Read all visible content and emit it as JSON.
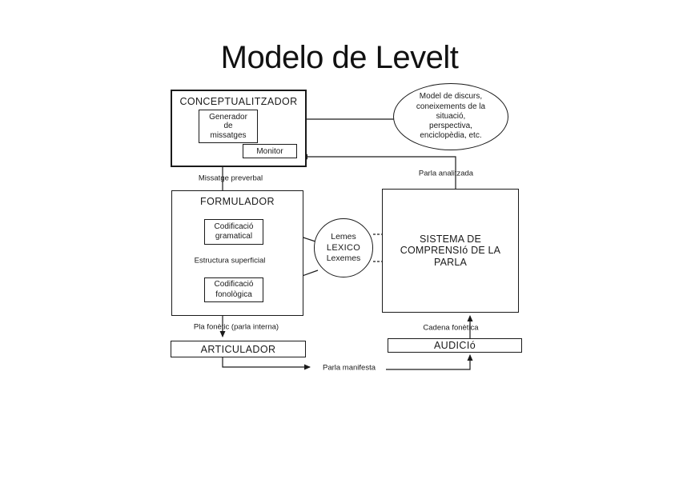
{
  "title": "Modelo de Levelt",
  "colors": {
    "line": "#1a1a1a",
    "background": "#ffffff"
  },
  "boxes": {
    "conceptualitzador": "CONCEPTUALITZADOR",
    "generador": "Generador\nde\nmissatges",
    "monitor": "Monitor",
    "formulador": "FORMULADOR",
    "codificacio_gramatical": "Codificació\ngramatical",
    "codificacio_fonologica": "Codificació\nfonològica",
    "sistema_comprensio": "SISTEMA DE\nCOMPRENSIó DE LA\nPARLA",
    "articulador": "ARTICULADOR",
    "audicio": "AUDICIó"
  },
  "ellipse_discurs": "Model de discurs,\nconeixements de la\nsituació,\nperspectiva,\nenciclopèdia, etc.",
  "lexico_circle": {
    "line1": "Lemes",
    "line2": "LEXICO",
    "line3": "Lexemes"
  },
  "flow_labels": {
    "missatge_preverbal": "Missatge preverbal",
    "parla_analitzada": "Parla analitzada",
    "estructura_superficial": "Estructura superficial",
    "pla_fonetic": "Pla fonètic (parla interna)",
    "cadena_fonetica": "Cadena fonètica",
    "parla_manifesta": "Parla manifesta"
  }
}
